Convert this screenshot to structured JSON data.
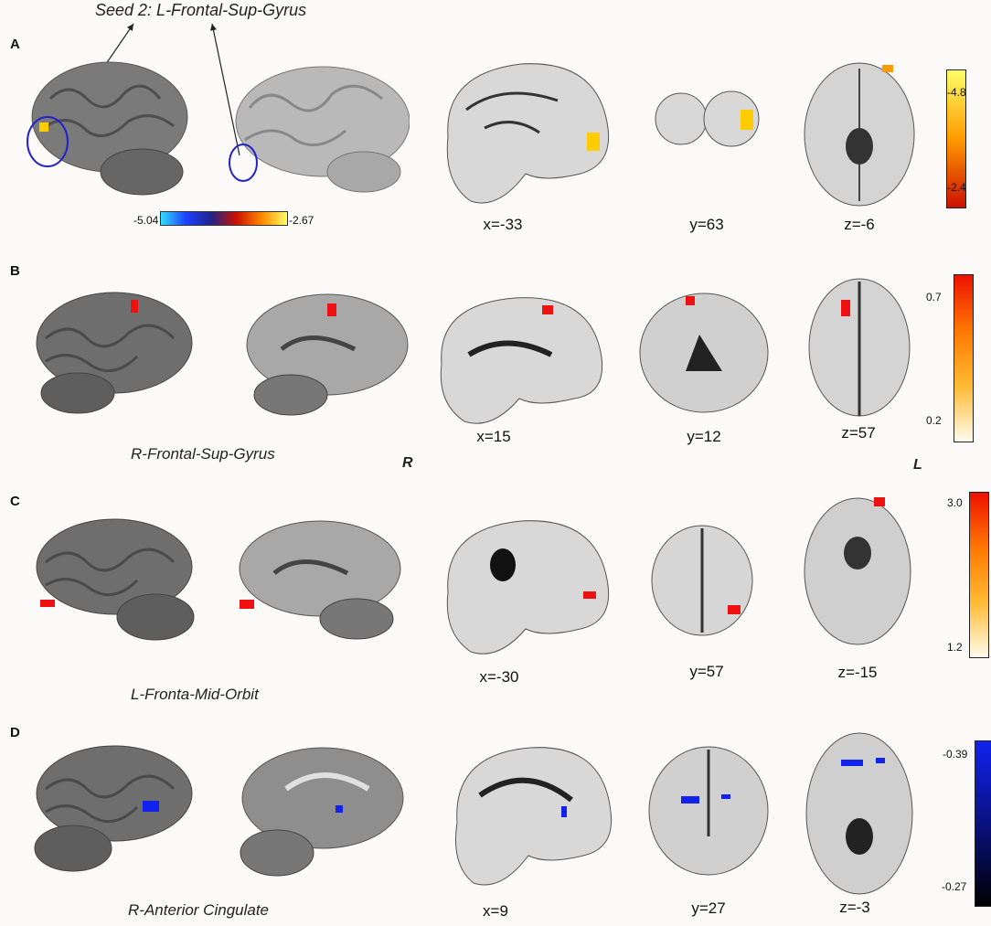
{
  "seed_label": "Seed 2: L-Frontal-Sup-Gyrus",
  "side_labels": {
    "right": "R",
    "left": "L"
  },
  "panels": [
    {
      "letter": "A",
      "region": "",
      "coords": {
        "x": "x=-33",
        "y": "y=63",
        "z": "z=-6"
      },
      "colorbar": {
        "top": "-4.8",
        "bottom": "-2.4",
        "colors": [
          "#ffff66",
          "#ff9a00",
          "#cc1100"
        ]
      },
      "seed_scale": {
        "min": "-5.04",
        "max": "-2.67",
        "colors": [
          "#33ddff",
          "#1e40ff",
          "#222288",
          "#cc1100",
          "#ff8800",
          "#ffff66"
        ]
      },
      "blob_color": "#ffcc00"
    },
    {
      "letter": "B",
      "region": "R-Frontal-Sup-Gyrus",
      "coords": {
        "x": "x=15",
        "y": "y=12",
        "z": "z=57"
      },
      "colorbar": {
        "top": "0.7",
        "bottom": "0.2",
        "colors": [
          "#ee1100",
          "#ff7700",
          "#ffbb33",
          "#fffbee"
        ]
      },
      "blob_color": "#ee1111"
    },
    {
      "letter": "C",
      "region": "L-Fronta-Mid-Orbit",
      "coords": {
        "x": "x=-30",
        "y": "y=57",
        "z": "z=-15"
      },
      "colorbar": {
        "top": "3.0",
        "bottom": "1.2",
        "colors": [
          "#ee1100",
          "#ff7700",
          "#ffbb33",
          "#fffbee"
        ]
      },
      "blob_color": "#ee1111"
    },
    {
      "letter": "D",
      "region": "R-Anterior Cingulate",
      "coords": {
        "x": "x=9",
        "y": "y=27",
        "z": "z=-3"
      },
      "colorbar": {
        "top": "-0.39",
        "bottom": "-0.27",
        "colors": [
          "#1122ee",
          "#0a1180",
          "#000000"
        ]
      },
      "blob_color": "#1122ee"
    }
  ]
}
